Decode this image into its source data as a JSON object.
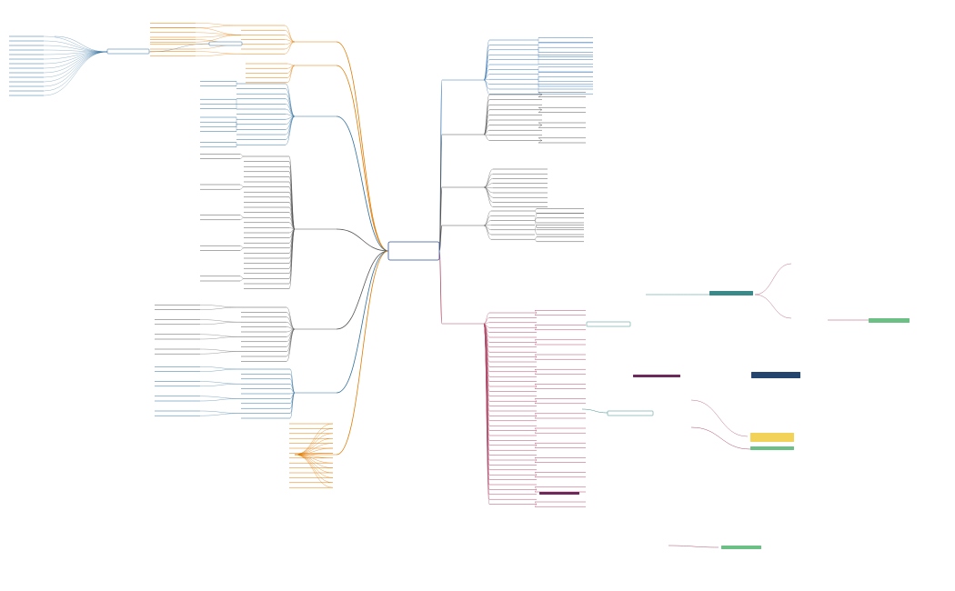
{
  "root": {
    "label": "",
    "border_color": "#34569a"
  },
  "branches": [
    {
      "side": "left",
      "color": "#e07a00",
      "label": "",
      "items": [
        "",
        "",
        "",
        "",
        "",
        "",
        ""
      ]
    },
    {
      "side": "left",
      "color": "#e07a00",
      "label": "",
      "items": [
        "",
        "",
        "",
        "",
        ""
      ]
    },
    {
      "side": "left",
      "color": "#2f6f9e",
      "label": "",
      "items": [
        "",
        "",
        "",
        "",
        "",
        "",
        "",
        "",
        "",
        "",
        "",
        "",
        ""
      ]
    },
    {
      "side": "left",
      "color": "#555555",
      "label": "",
      "items": [
        "",
        "",
        "",
        "",
        "",
        "",
        "",
        "",
        "",
        "",
        "",
        "",
        "",
        "",
        "",
        "",
        "",
        "",
        "",
        "",
        "",
        "",
        "",
        "",
        "",
        "",
        ""
      ]
    },
    {
      "side": "left",
      "color": "#555555",
      "label": "",
      "items": [
        "",
        "",
        "",
        "",
        "",
        "",
        "",
        "",
        "",
        "",
        "",
        ""
      ]
    },
    {
      "side": "left",
      "color": "#2f6f9e",
      "label": "",
      "items": [
        "",
        "",
        "",
        "",
        "",
        "",
        "",
        "",
        "",
        "",
        ""
      ]
    },
    {
      "side": "left",
      "color": "#e07a00",
      "label": "",
      "items": [
        "",
        "",
        "",
        "",
        "",
        "",
        "",
        "",
        "",
        "",
        "",
        "",
        "",
        ""
      ]
    },
    {
      "side": "right",
      "color": "#3f79b5",
      "label": "",
      "items": [
        "",
        "",
        "",
        "",
        "",
        "",
        "",
        "",
        "",
        "",
        "",
        ""
      ]
    },
    {
      "side": "right",
      "color": "#555555",
      "label": "",
      "items": [
        "",
        "",
        "",
        "",
        "",
        "",
        "",
        "",
        "",
        ""
      ]
    },
    {
      "side": "right",
      "color": "#555555",
      "label": "",
      "items": [
        "",
        "",
        "",
        "",
        "",
        "",
        "",
        "",
        ""
      ]
    },
    {
      "side": "right",
      "color": "#555555",
      "label": "",
      "items": [
        "",
        "",
        "",
        "",
        "",
        "",
        ""
      ]
    },
    {
      "side": "right",
      "color": "#b04a6a",
      "label": "",
      "items": [
        "",
        "",
        "",
        "",
        "",
        "",
        "",
        "",
        "",
        "",
        "",
        "",
        "",
        "",
        "",
        "",
        "",
        "",
        "",
        "",
        "",
        "",
        "",
        "",
        "",
        "",
        "",
        "",
        "",
        "",
        "",
        "",
        "",
        "",
        "",
        "",
        "",
        "",
        "",
        ""
      ]
    }
  ],
  "accent_colors": {
    "highlight_green": "#6cbf85",
    "highlight_yellow": "#f3d25a",
    "banner_purple": "#6b2a5a",
    "banner_navy": "#24456e",
    "teal_box": "#3a8a8a"
  }
}
